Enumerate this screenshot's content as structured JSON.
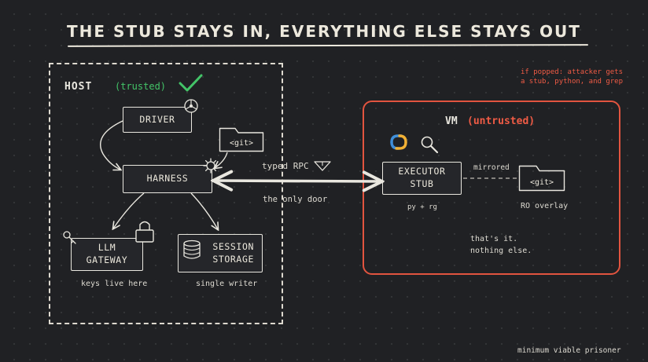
{
  "title": "THE STUB STAYS IN, EVERYTHING ELSE STAYS OUT",
  "host": {
    "label": "HOST",
    "trust": "(trusted)",
    "driver": "DRIVER",
    "harness": "HARNESS",
    "git_folder": "<git>",
    "llm_gateway_line1": "LLM",
    "llm_gateway_line2": "GATEWAY",
    "session_storage_line1": "SESSION",
    "session_storage_line2": "STORAGE",
    "keys_note": "keys live here",
    "writer_note": "single writer"
  },
  "connection": {
    "rpc_label": "typed RPC",
    "door_label": "the only door"
  },
  "vm": {
    "label": "VM",
    "trust": "(untrusted)",
    "executor_line1": "EXECUTOR",
    "executor_line2": "STUB",
    "executor_note": "py + rg",
    "mirrored_label": "mirrored",
    "git_folder": "<git>",
    "overlay_note": "RO overlay",
    "closing_line1": "that's it.",
    "closing_line2": "nothing else."
  },
  "warning": {
    "line1": "if popped: attacker gets",
    "line2": "a stub, python, and grep"
  },
  "footer": "minimum viable prisoner",
  "colors": {
    "background": "#202124",
    "ink": "#e9e7df",
    "vm_border": "#e2543f",
    "warning": "#ef5b45",
    "check": "#43c468",
    "python_blue": "#3f8ed8",
    "python_yellow": "#f2b135"
  },
  "icons": [
    "check-icon",
    "steering-wheel-icon",
    "gear-icon",
    "triangle-icon",
    "lock-icon",
    "key-icon",
    "database-icon",
    "python-icon",
    "magnifier-icon",
    "folder-icon"
  ]
}
